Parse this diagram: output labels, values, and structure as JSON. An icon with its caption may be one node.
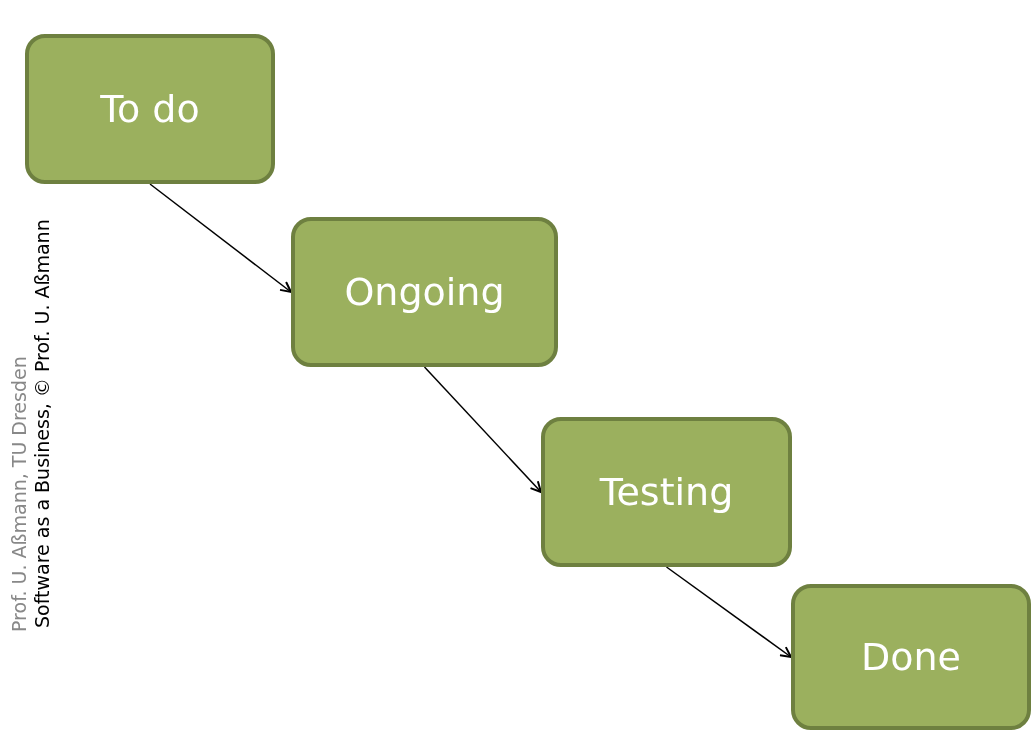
{
  "diagram": {
    "nodes": [
      {
        "text": [
          "To do"
        ]
      },
      {
        "text": [
          "Ongoing"
        ]
      },
      {
        "text": [
          "Testing"
        ]
      },
      {
        "text": [
          "Done"
        ]
      }
    ],
    "edges": [
      {
        "from": 0,
        "to": 1,
        "arrow": "to"
      },
      {
        "from": 1,
        "to": 2,
        "arrow": "to"
      },
      {
        "from": 2,
        "to": 3,
        "arrow": "to"
      }
    ],
    "labels": [
      "Prof. U. Aßmann, TU Dresden",
      "Software as a Business, © Prof. U. Aßmann"
    ]
  }
}
